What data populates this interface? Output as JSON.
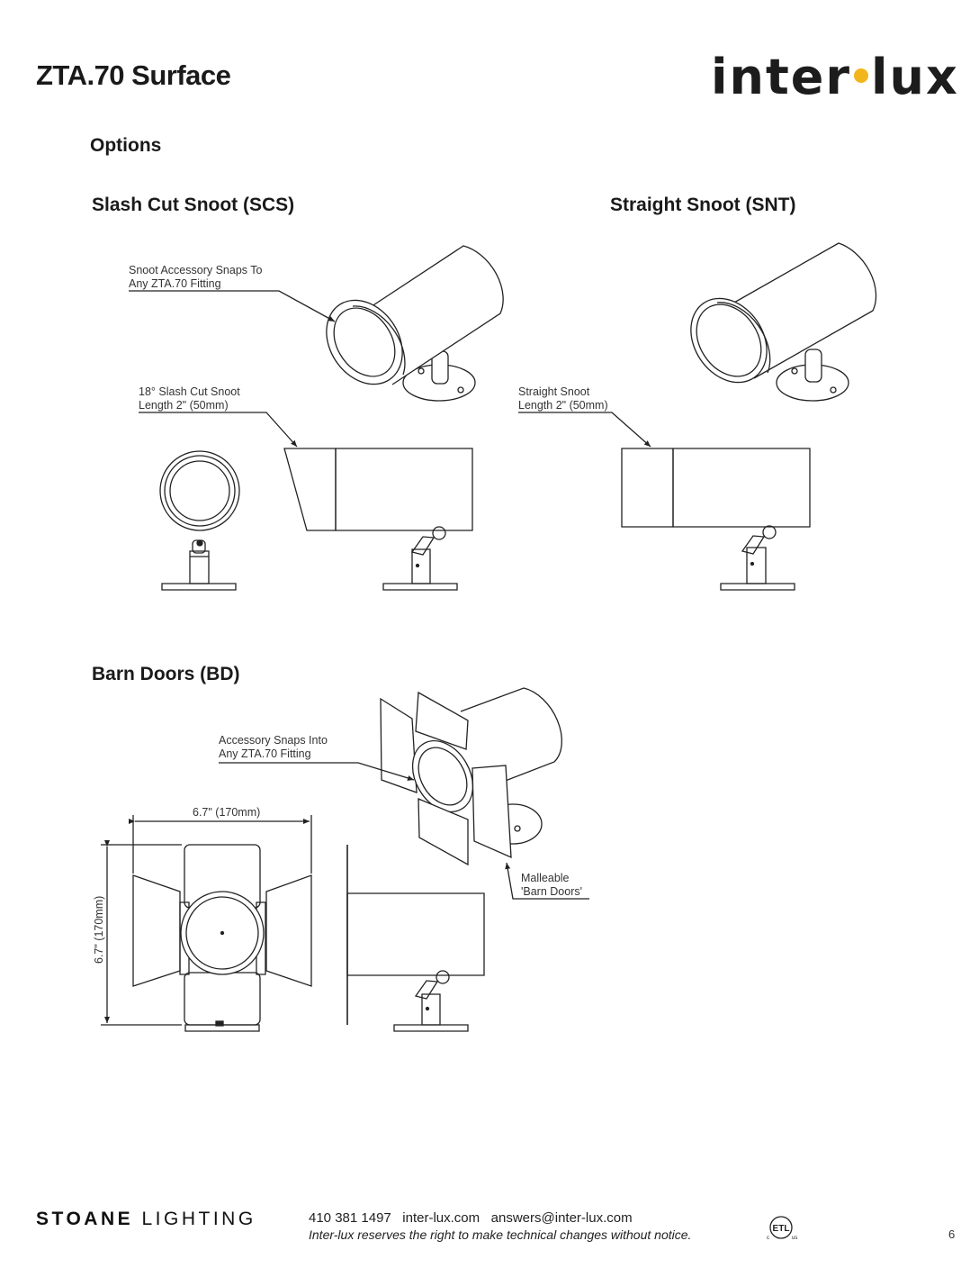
{
  "header": {
    "title": "ZTA.70 Surface",
    "logo_left": "inter",
    "logo_right": "lux"
  },
  "options": {
    "heading": "Options"
  },
  "scs": {
    "title": "Slash Cut Snoot (SCS)",
    "callout_snap_1": "Snoot Accessory Snaps To",
    "callout_snap_2": "Any ZTA.70 Fitting",
    "callout_len_1": "18° Slash Cut Snoot",
    "callout_len_2": "Length 2\" (50mm)"
  },
  "snt": {
    "title": "Straight Snoot (SNT)",
    "callout_len_1": "Straight Snoot",
    "callout_len_2": "Length 2\" (50mm)"
  },
  "bd": {
    "title": "Barn Doors (BD)",
    "callout_snap_1": "Accessory Snaps Into",
    "callout_snap_2": "Any ZTA.70 Fitting",
    "dim_width": "6.7\" (170mm)",
    "dim_height": "6.7\" (170mm)",
    "callout_malleable_1": "Malleable",
    "callout_malleable_2": "'Barn Doors'"
  },
  "footer": {
    "brand_bold": "STOANE",
    "brand_light": "LIGHTING",
    "phone": "410 381 1497",
    "website": "inter-lux.com",
    "email": "answers@inter-lux.com",
    "notice": "Inter-lux reserves the right to make technical changes without notice.",
    "cert_mark": "ETL",
    "cert_left": "c",
    "cert_right": "us",
    "page_number": "6"
  }
}
